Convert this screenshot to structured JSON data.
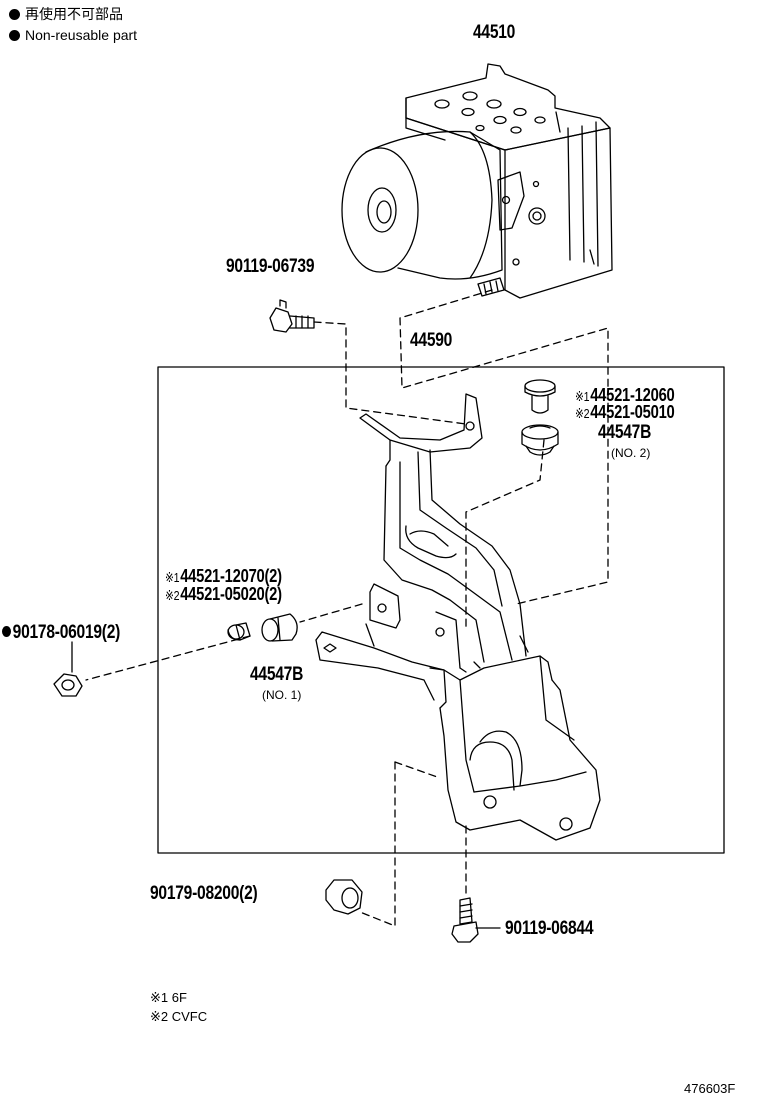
{
  "legend": {
    "jp": "再使用不可部品",
    "en": "Non-reusable part"
  },
  "parts": {
    "p44510": "44510",
    "p90119_06739": "90119-06739",
    "p44590": "44590",
    "p44521_12060": "44521-12060",
    "p44521_05010": "44521-05010",
    "p44547b_top": "44547B",
    "no2": "(NO. 2)",
    "p44521_12070": "44521-12070(2)",
    "p44521_05020": "44521-05020(2)",
    "p90178_06019": "90178-06019(2)",
    "p44547b_left": "44547B",
    "no1": "(NO. 1)",
    "p90179_08200": "90179-08200(2)",
    "p90119_06844": "90119-06844"
  },
  "marks": {
    "m1": "※1",
    "m2": "※2"
  },
  "footnotes": {
    "n1_mark": "※1",
    "n1_text": "6F",
    "n2_mark": "※2",
    "n2_text": "CVFC"
  },
  "illustration_id": "476603F"
}
